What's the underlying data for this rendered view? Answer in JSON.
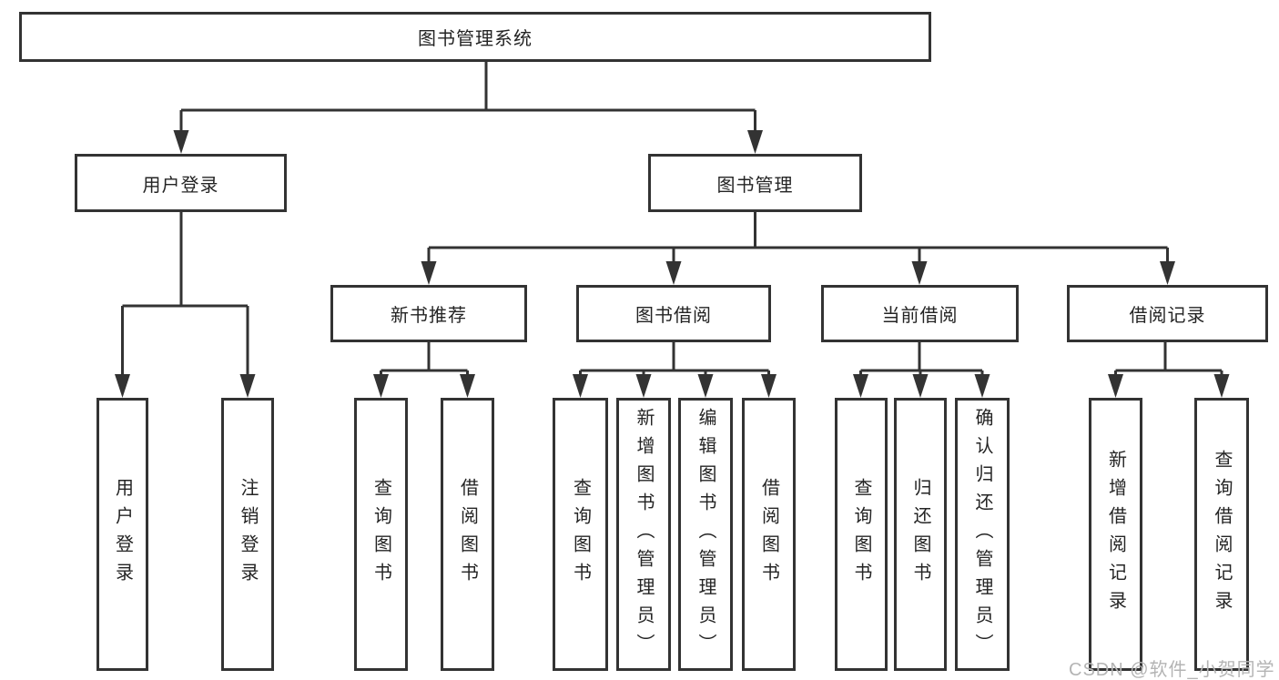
{
  "diagram_title": "图书管理系统",
  "watermark": {
    "text": "CSDN @软件_小贺同学",
    "color": "#b4b4b4"
  },
  "colors": {
    "line": "#333333",
    "text": "#242424",
    "box_background": "#ffffff",
    "page_background": "#ffffff",
    "watermark": "#b4b4b4"
  },
  "tree": {
    "label": "图书管理系统",
    "children": [
      {
        "label": "用户登录",
        "children": [
          {
            "label": "用户登录"
          },
          {
            "label": "注销登录"
          }
        ]
      },
      {
        "label": "图书管理",
        "children": [
          {
            "label": "新书推荐",
            "children": [
              {
                "label": "查询图书"
              },
              {
                "label": "借阅图书"
              }
            ]
          },
          {
            "label": "图书借阅",
            "children": [
              {
                "label": "查询图书"
              },
              {
                "label": "新增图书（管理员）"
              },
              {
                "label": "编辑图书（管理员）"
              },
              {
                "label": "借阅图书"
              }
            ]
          },
          {
            "label": "当前借阅",
            "children": [
              {
                "label": "查询图书"
              },
              {
                "label": "归还图书"
              },
              {
                "label": "确认归还（管理员）"
              }
            ]
          },
          {
            "label": "借阅记录",
            "children": [
              {
                "label": "新增借阅记录"
              },
              {
                "label": "查询借阅记录"
              }
            ]
          }
        ]
      }
    ]
  }
}
